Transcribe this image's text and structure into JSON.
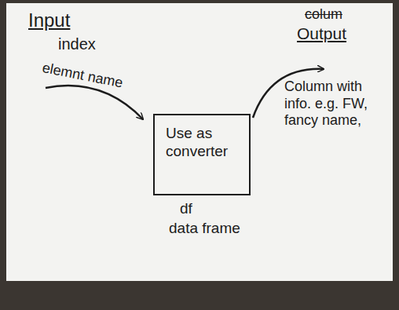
{
  "diagram": {
    "nodes": [
      {
        "text": [
          "Use as converter",
          "df",
          "data frame"
        ]
      }
    ],
    "labels": [
      "Input",
      "index",
      "elemnt name",
      "colum",
      "Output",
      "Column with info. e.g. FW, fancy name,"
    ]
  }
}
